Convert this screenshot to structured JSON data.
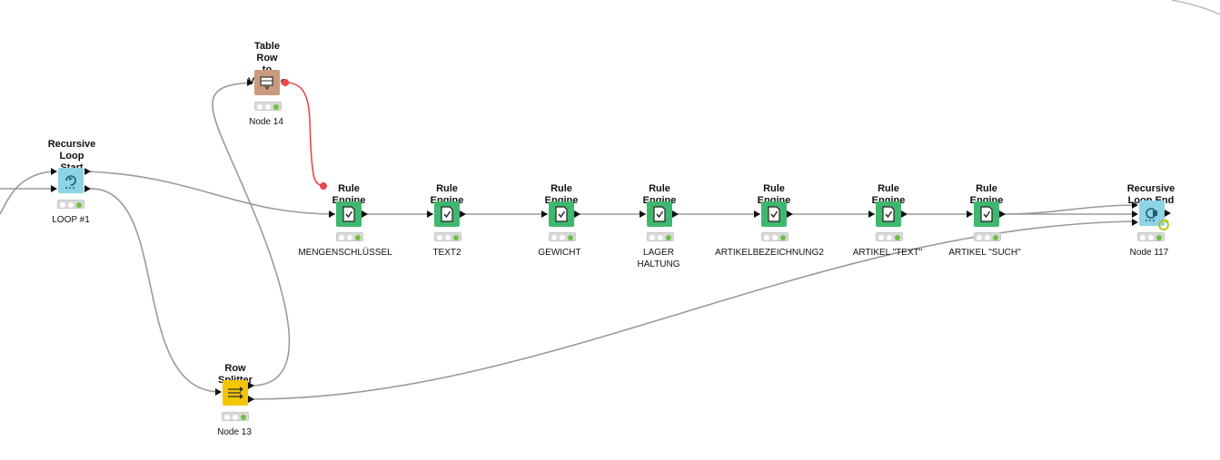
{
  "colors": {
    "loop": "#8ed3e6",
    "manipulator": "#c99a7e",
    "rule_engine": "#3fb86f",
    "splitter": "#f5c400",
    "wire": "#9a9a9a",
    "flow_variable_wire": "#e8484a"
  },
  "nodes": {
    "loop_start": {
      "title": "Recursive\nLoop Start",
      "label": "LOOP #1",
      "icon": "loop-start-icon"
    },
    "table_row_to_variable": {
      "title": "Table Row\nto Variable",
      "label": "Node 14",
      "icon": "table-row-to-variable-icon"
    },
    "row_splitter": {
      "title": "Row Splitter",
      "label": "Node 13",
      "icon": "row-splitter-icon"
    },
    "rule_engine_1": {
      "title": "Rule Engine",
      "label": "MENGENSCHLÜSSEL",
      "icon": "rule-engine-icon"
    },
    "rule_engine_2": {
      "title": "Rule Engine",
      "label": "TEXT2",
      "icon": "rule-engine-icon"
    },
    "rule_engine_3": {
      "title": "Rule Engine",
      "label": "GEWICHT",
      "icon": "rule-engine-icon"
    },
    "rule_engine_4": {
      "title": "Rule Engine",
      "label": "LAGER\nHALTUNG",
      "icon": "rule-engine-icon"
    },
    "rule_engine_5": {
      "title": "Rule Engine",
      "label": "ARTIKELBEZEICHNUNG2",
      "icon": "rule-engine-icon"
    },
    "rule_engine_6": {
      "title": "Rule Engine",
      "label": "ARTIKEL \"TEXT\"",
      "icon": "rule-engine-icon"
    },
    "rule_engine_7": {
      "title": "Rule Engine",
      "label": "ARTIKEL \"SUCH\"",
      "icon": "rule-engine-icon"
    },
    "loop_end": {
      "title": "Recursive Loop End",
      "label": "Node 117",
      "icon": "loop-end-icon"
    }
  }
}
